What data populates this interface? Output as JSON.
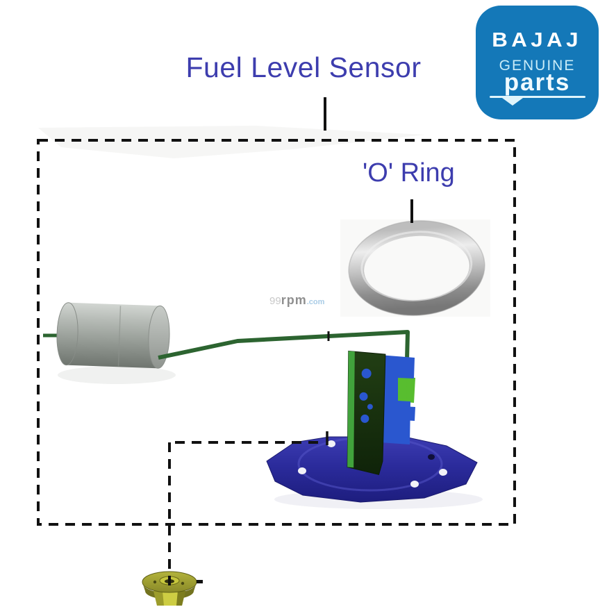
{
  "page": {
    "background": "#FFFFFF"
  },
  "title": {
    "text": "Fuel Level Sensor",
    "color": "#3D3DAE"
  },
  "diagram": {
    "o_ring_label": {
      "text": "'O' Ring",
      "color": "#3D3DAE"
    },
    "boundary_style": "black dashed rectangle",
    "colors": {
      "label_blue": "#3D3DAE",
      "dash_black": "#111111",
      "float_gray": "#A9AEA9",
      "wire_green": "#2C6430",
      "board_dark_green": "#1C3512",
      "board_edge_green": "#41A23C",
      "connector_blue": "#2A57CF",
      "connector_green_patch": "#58BD2F",
      "plate_blue": "#2B2B9B",
      "oring_gray": "#B5B5B5",
      "nut_olive": "#9B9B33"
    }
  },
  "logo": {
    "brand": "BAJAJ",
    "line2": "GENUINE",
    "line3": "parts",
    "background": "#1478B8",
    "brand_color": "#FFFFFF",
    "accent_color": "#C9ECF8"
  },
  "watermark": {
    "part1": "99",
    "part2": "rpm",
    "part3": ".com"
  }
}
